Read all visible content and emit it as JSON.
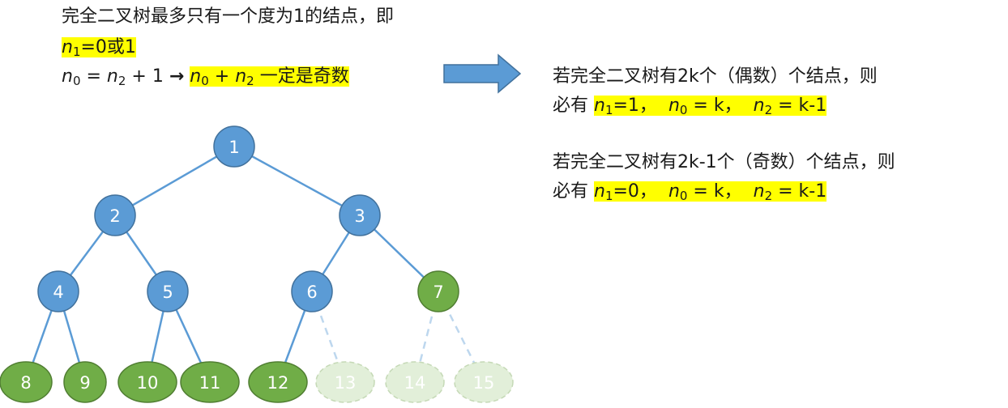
{
  "left_text": {
    "line1": "完全二叉树最多只有一个度为1的结点，即",
    "line2": {
      "var": "n",
      "sub": "1",
      "rest": "=0或1"
    },
    "line3": {
      "n0": "n",
      "n0_sub": "0",
      "eq": " = ",
      "n2": "n",
      "n2_sub": "2",
      "plus_one": " + 1 ",
      "arrow": "→",
      "hl_n0": "n",
      "hl_n0_sub": "0",
      "hl_plus": " + ",
      "hl_n2": "n",
      "hl_n2_sub": "2",
      "hl_rest": " 一定是奇数"
    }
  },
  "right_text": {
    "block1_line1": "若完全二叉树有2k个（偶数）个结点，则",
    "block1_line2": {
      "prefix": "必有 ",
      "n1": "n",
      "n1_sub": "1",
      "n1_val": "=1，",
      "n0": "n",
      "n0_sub": "0",
      "n0_val": " = k，",
      "n2": "n",
      "n2_sub": "2",
      "n2_val": " = k-1"
    },
    "block2_line1": "若完全二叉树有2k-1个（奇数）个结点，则",
    "block2_line2": {
      "prefix": "必有 ",
      "n1": "n",
      "n1_sub": "1",
      "n1_val": "=0，",
      "n0": "n",
      "n0_sub": "0",
      "n0_val": " = k，",
      "n2": "n",
      "n2_sub": "2",
      "n2_val": " = k-1"
    }
  },
  "colors": {
    "blue_node": "#5b9bd5",
    "blue_node_stroke": "#41719c",
    "green_node": "#70ad47",
    "green_node_stroke": "#507e32",
    "ghost_node": "#e2efd9",
    "ghost_stroke": "#c5d9b6",
    "edge": "#5b9bd5",
    "ghost_edge": "#bdd7ee",
    "arrow_fill": "#5b9bd5",
    "highlight": "#ffff00"
  },
  "tree": {
    "nodes": [
      {
        "label": "1",
        "style": "blue"
      },
      {
        "label": "2",
        "style": "blue"
      },
      {
        "label": "3",
        "style": "blue"
      },
      {
        "label": "4",
        "style": "blue"
      },
      {
        "label": "5",
        "style": "blue"
      },
      {
        "label": "6",
        "style": "blue"
      },
      {
        "label": "7",
        "style": "green"
      },
      {
        "label": "8",
        "style": "green"
      },
      {
        "label": "9",
        "style": "green"
      },
      {
        "label": "10",
        "style": "green"
      },
      {
        "label": "11",
        "style": "green"
      },
      {
        "label": "12",
        "style": "green"
      },
      {
        "label": "13",
        "style": "ghost"
      },
      {
        "label": "14",
        "style": "ghost"
      },
      {
        "label": "15",
        "style": "ghost"
      }
    ],
    "edges": [
      {
        "from": "1",
        "to": "2",
        "style": "solid"
      },
      {
        "from": "1",
        "to": "3",
        "style": "solid"
      },
      {
        "from": "2",
        "to": "4",
        "style": "solid"
      },
      {
        "from": "2",
        "to": "5",
        "style": "solid"
      },
      {
        "from": "3",
        "to": "6",
        "style": "solid"
      },
      {
        "from": "3",
        "to": "7",
        "style": "solid"
      },
      {
        "from": "4",
        "to": "8",
        "style": "solid"
      },
      {
        "from": "4",
        "to": "9",
        "style": "solid"
      },
      {
        "from": "5",
        "to": "10",
        "style": "solid"
      },
      {
        "from": "5",
        "to": "11",
        "style": "solid"
      },
      {
        "from": "6",
        "to": "12",
        "style": "solid"
      },
      {
        "from": "6",
        "to": "13",
        "style": "dashed"
      },
      {
        "from": "7",
        "to": "14",
        "style": "dashed"
      },
      {
        "from": "7",
        "to": "15",
        "style": "dashed"
      }
    ]
  }
}
